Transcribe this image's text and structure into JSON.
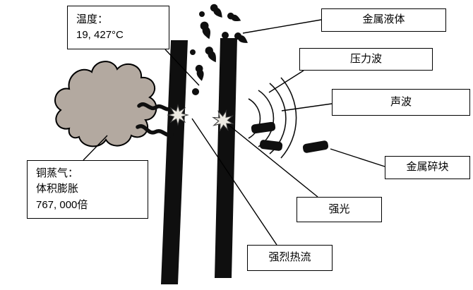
{
  "labels": {
    "temperature": {
      "line1": "温度：",
      "line2": "19, 427°C"
    },
    "metal_liquid": "金属液体",
    "pressure_wave": "压力波",
    "sound_wave": "声波",
    "metal_fragments": "金属碎块",
    "strong_light": "强光",
    "intense_heat_flow": "强烈热流",
    "copper_vapor": {
      "line1": "铜蒸气：",
      "line2": "体积膨胀",
      "line3": "767, 000倍"
    }
  },
  "colors": {
    "background": "#ffffff",
    "electrode": "#0f0f0f",
    "cloud_fill": "#b3a9a0",
    "outline": "#000000",
    "flash_fill": "#edeae3"
  }
}
